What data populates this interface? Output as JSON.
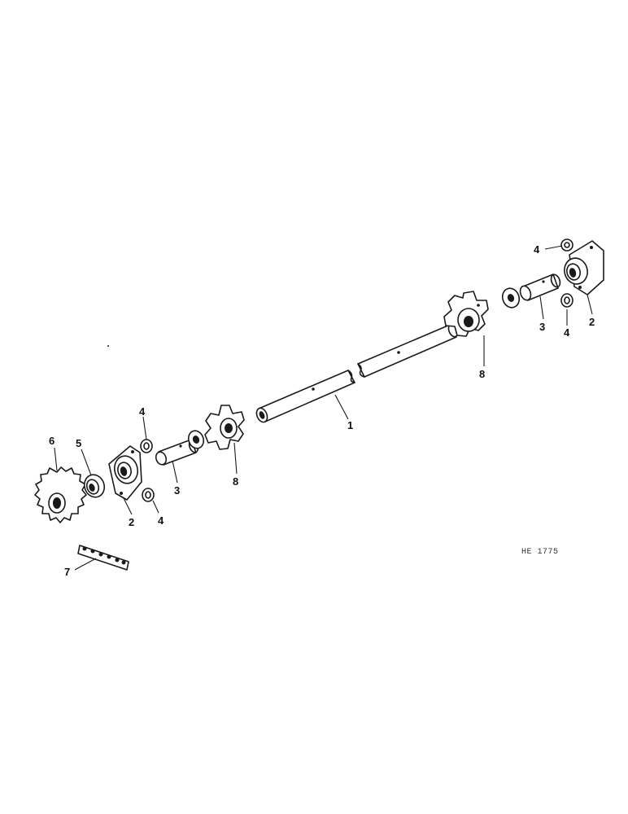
{
  "diagram": {
    "reference_code": "HE 1775",
    "callouts": {
      "shaft": "1",
      "bearing_left": "2",
      "bearing_right": "2",
      "sleeve_left": "3",
      "sleeve_right": "3",
      "bushing_left_top": "4",
      "bushing_left_bottom": "4",
      "bushing_right_top": "4",
      "bushing_right_bottom": "4",
      "collar": "5",
      "drive_sprocket": "6",
      "chain": "7",
      "star_sprocket_left": "8",
      "star_sprocket_right": "8"
    }
  }
}
